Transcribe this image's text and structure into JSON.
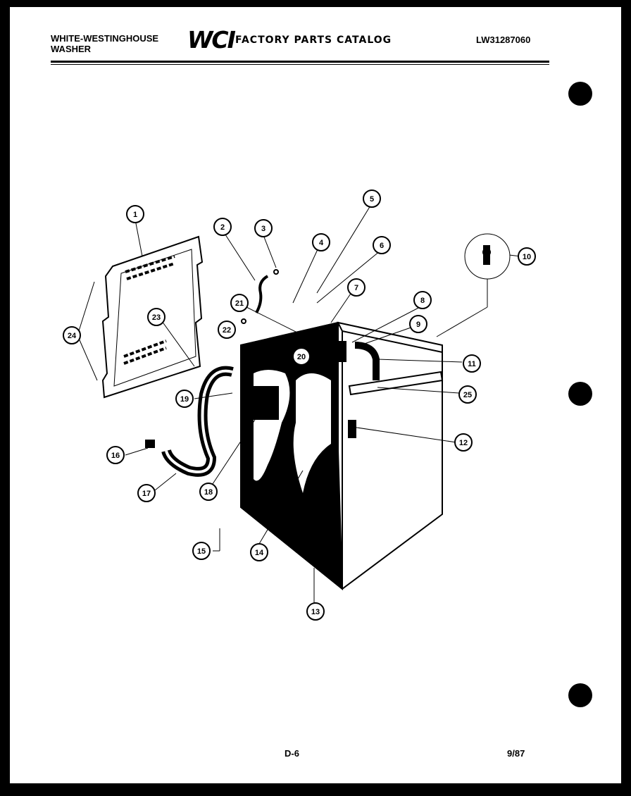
{
  "header": {
    "brand_line1": "WHITE-WESTINGHOUSE",
    "brand_line2": "WASHER",
    "logo": "WCI",
    "catalog_title": "FACTORY PARTS CATALOG",
    "model_number": "LW31287060"
  },
  "callouts": [
    "1",
    "2",
    "3",
    "4",
    "5",
    "6",
    "7",
    "8",
    "9",
    "10",
    "11",
    "12",
    "13",
    "14",
    "15",
    "16",
    "17",
    "18",
    "19",
    "20",
    "21",
    "22",
    "23",
    "24",
    "25"
  ],
  "footer": {
    "page_code": "D-6",
    "date": "9/87"
  }
}
